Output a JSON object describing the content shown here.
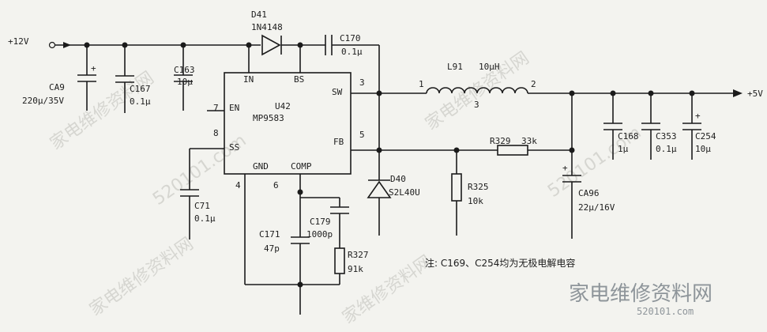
{
  "supply": {
    "input": "+12V",
    "output": "+5V"
  },
  "ic": {
    "ref": "U42",
    "part": "MP9583",
    "pins": {
      "in": {
        "name": "IN",
        "num": ""
      },
      "bs": {
        "name": "BS",
        "num": ""
      },
      "sw": {
        "name": "SW",
        "num": "3"
      },
      "en": {
        "name": "EN",
        "num": "7"
      },
      "ss": {
        "name": "SS",
        "num": "8"
      },
      "fb": {
        "name": "FB",
        "num": "5"
      },
      "gnd": {
        "name": "GND",
        "num": "4"
      },
      "comp": {
        "name": "COMP",
        "num": "6"
      }
    }
  },
  "components": {
    "ca9": {
      "ref": "CA9",
      "value": "220μ/35V"
    },
    "c167": {
      "ref": "C167",
      "value": "0.1μ"
    },
    "c163": {
      "ref": "C163",
      "value": "10μ"
    },
    "d41": {
      "ref": "D41",
      "value": "1N4148"
    },
    "c170": {
      "ref": "C170",
      "value": "0.1μ"
    },
    "l91": {
      "ref": "L91",
      "value": "10μH",
      "pin1": "1",
      "pin2": "2",
      "pin3": "3"
    },
    "c71": {
      "ref": "C71",
      "value": "0.1μ"
    },
    "d40": {
      "ref": "D40",
      "value": "S2L40U"
    },
    "r329": {
      "ref": "R329",
      "value": "33k"
    },
    "r325": {
      "ref": "R325",
      "value": "10k"
    },
    "c168": {
      "ref": "C168",
      "value": "1μ"
    },
    "c353": {
      "ref": "C353",
      "value": "0.1μ"
    },
    "c254": {
      "ref": "C254",
      "value": "10μ"
    },
    "ca96": {
      "ref": "CA96",
      "value": "22μ/16V"
    },
    "c171": {
      "ref": "C171",
      "value": "47p"
    },
    "c179": {
      "ref": "C179",
      "value": "1000p"
    },
    "r327": {
      "ref": "R327",
      "value": "91k"
    }
  },
  "note": "注: C169、C254均为无极电解电容",
  "watermark": {
    "brand": "家电维修资料网",
    "url": "520101.com",
    "faint": [
      "家电维修资料网",
      "家电维修资料网",
      "家电维修资料网",
      "520101.com",
      "520101.com",
      "家维修资料网"
    ]
  }
}
